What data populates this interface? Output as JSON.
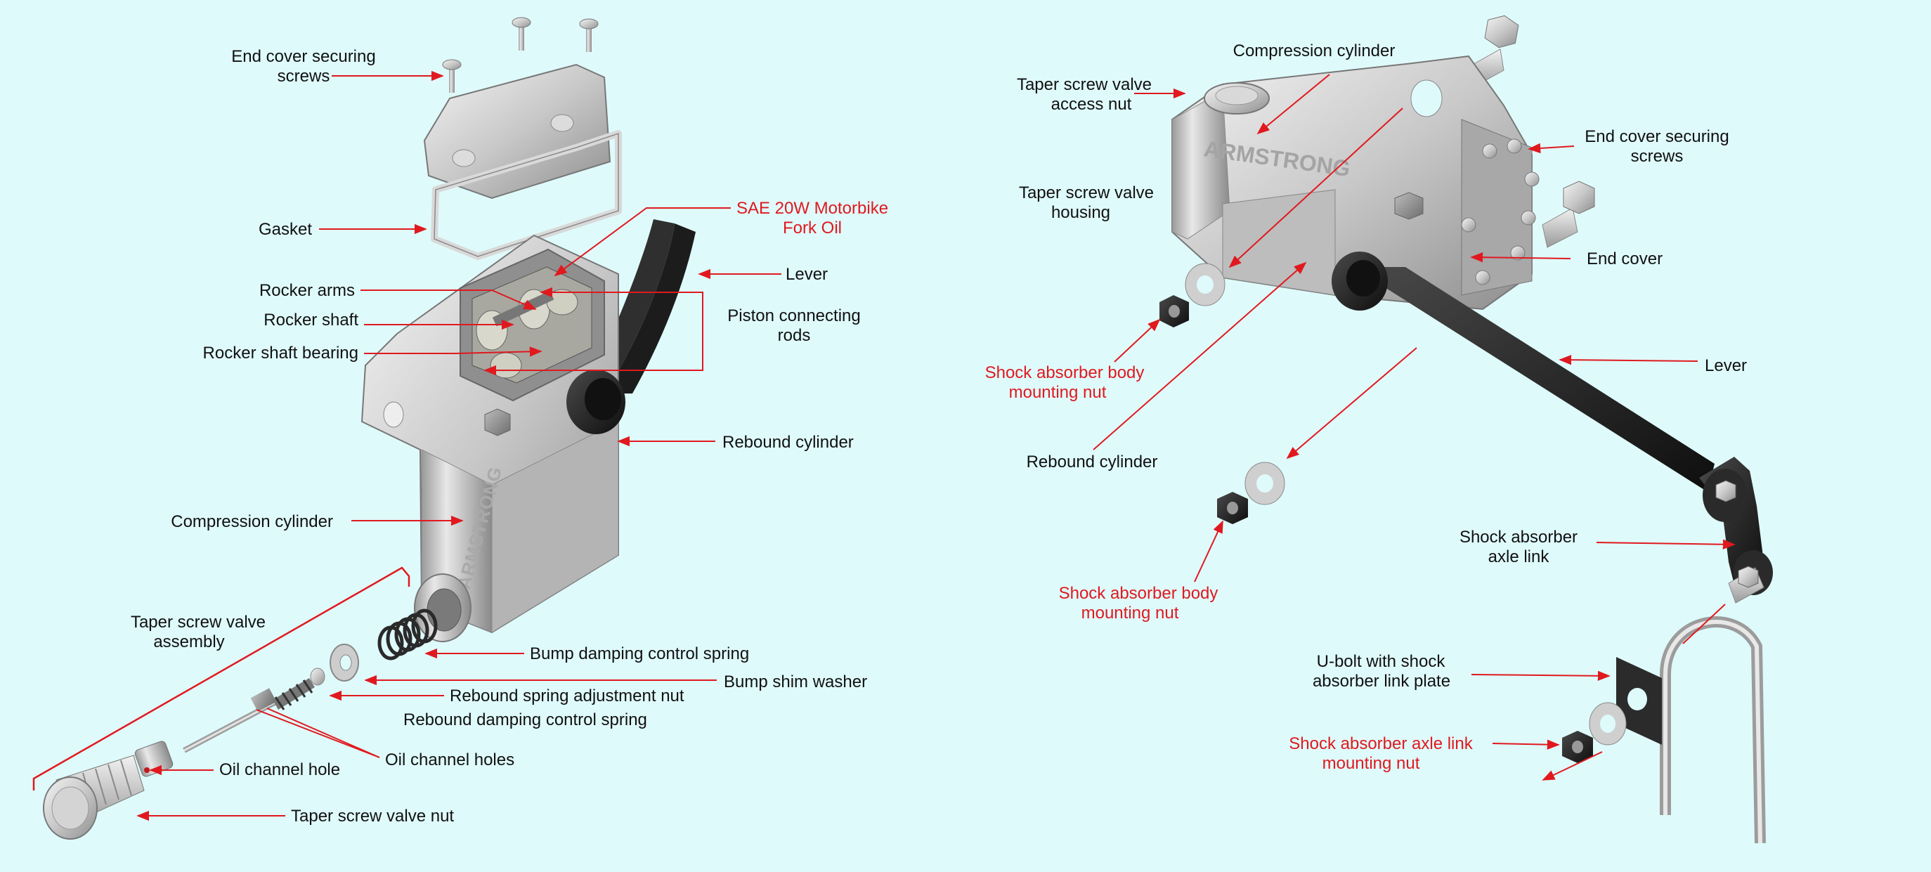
{
  "colors": {
    "background": "#dffafb",
    "leader_line": "#e0191f",
    "label_black": "#111111",
    "label_red": "#e0191f",
    "metal_light": "#e6e6e6",
    "metal_mid": "#b9b9b9",
    "metal_dark": "#7c7c7c",
    "rubber": "#1b1b1b",
    "lever": "#3a3a3a"
  },
  "brand_marking": "ARMSTRONG",
  "exploded_view": {
    "labels": {
      "end_cover_screws_1": "End cover securing",
      "end_cover_screws_2": "screws",
      "gasket": "Gasket",
      "oil_1": "SAE 20W Motorbike",
      "oil_2": "Fork Oil",
      "lever": "Lever",
      "rocker_arms": "Rocker arms",
      "rocker_shaft": "Rocker shaft",
      "piston_rods_1": "Piston connecting",
      "piston_rods_2": "rods",
      "rocker_bearing": "Rocker shaft bearing",
      "rebound_cylinder": "Rebound cylinder",
      "compression_cylinder": "Compression cylinder",
      "taper_assembly_1": "Taper screw valve",
      "taper_assembly_2": "assembly",
      "bump_spring": "Bump damping control spring",
      "bump_washer": "Bump shim washer",
      "rebound_nut": "Rebound spring adjustment nut",
      "rebound_spring": "Rebound damping control spring",
      "oil_holes": "Oil channel holes",
      "oil_hole": "Oil channel hole",
      "valve_nut": "Taper screw valve nut"
    }
  },
  "assembled_view": {
    "labels": {
      "compression_cylinder": "Compression cylinder",
      "access_nut_1": "Taper screw valve",
      "access_nut_2": "access nut",
      "end_cover_screws_1": "End cover securing",
      "end_cover_screws_2": "screws",
      "valve_housing_1": "Taper screw valve",
      "valve_housing_2": "housing",
      "end_cover": "End cover",
      "body_nut_top_1": "Shock absorber body",
      "body_nut_top_2": "mounting nut",
      "lever": "Lever",
      "rebound_cylinder": "Rebound cylinder",
      "body_nut_bottom_1": "Shock absorber body",
      "body_nut_bottom_2": "mounting nut",
      "axle_link_1": "Shock absorber",
      "axle_link_2": "axle link",
      "ubolt_1": "U-bolt with shock",
      "ubolt_2": "absorber link plate",
      "axle_nut_1": "Shock absorber axle link",
      "axle_nut_2": "mounting nut"
    }
  }
}
